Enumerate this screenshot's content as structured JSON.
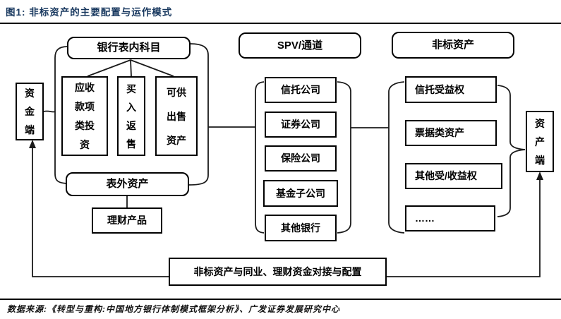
{
  "title": "图1: 非标资产的主要配置与运作模式",
  "source": "数据来源:《转型与重构:中国地方银行体制模式框架分析》、广发证券发展研究中心",
  "colors": {
    "title_accent": "#17375E",
    "line": "#1a1a1a",
    "box_border": "#000000",
    "background": "#ffffff"
  },
  "diagram": {
    "funding_side_label": "资金端",
    "asset_side_label": "资产端",
    "bank_on_balance_header": "银行表内科目",
    "on_balance_items": [
      "应收款项类投资",
      "买入返售",
      "可供出售资产"
    ],
    "off_balance_header": "表外资产",
    "wealth_product": "理财产品",
    "spv_header": "SPV/通道",
    "spv_items": [
      "信托公司",
      "证券公司",
      "保险公司",
      "基金子公司",
      "其他银行"
    ],
    "nonstandard_header": "非标资产",
    "nonstandard_items": [
      "信托受益权",
      "票据类资产",
      "其他受/收益权",
      "……"
    ],
    "bottom_banner": "非标资产与同业、理财资金对接与配置"
  }
}
